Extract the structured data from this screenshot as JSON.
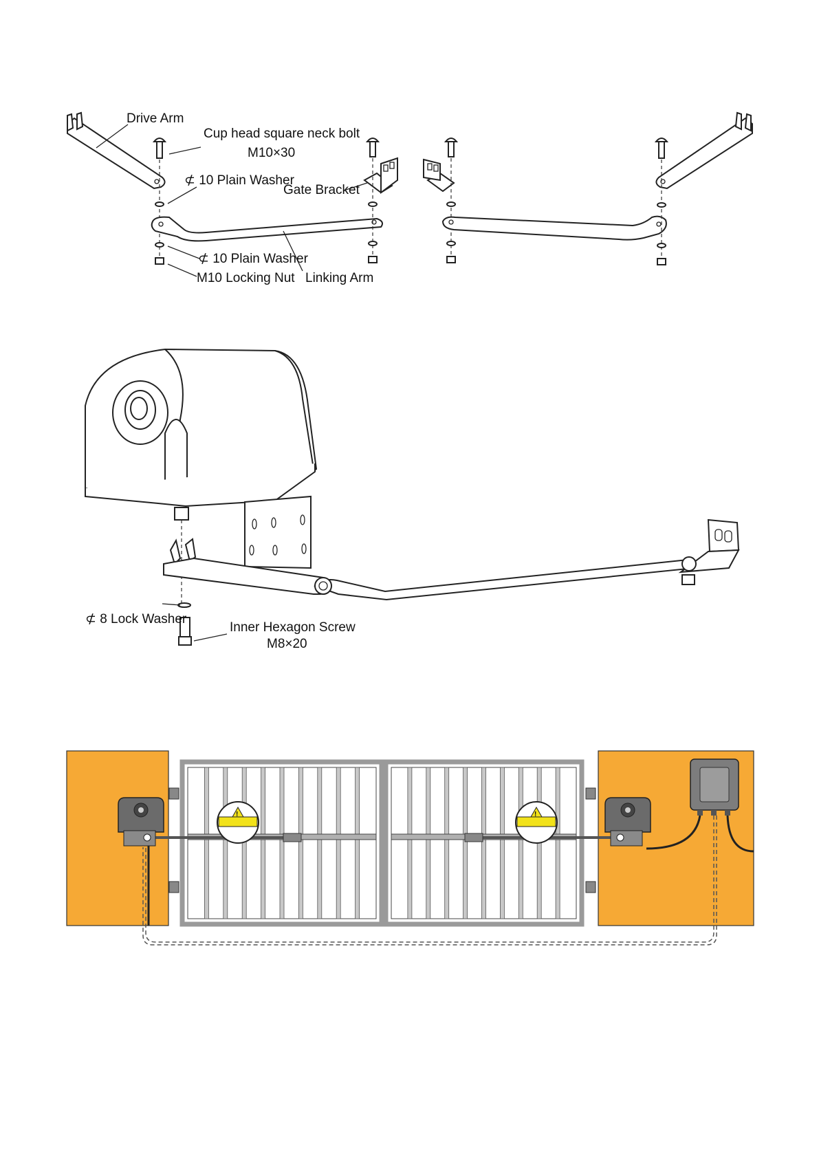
{
  "arms_diagram": {
    "labels": {
      "drive_arm": "Drive Arm",
      "bolt_name": "Cup head square neck bolt",
      "bolt_size": "M10×30",
      "plain_washer_top": "⊄ 10 Plain Washer",
      "gate_bracket": "Gate Bracket",
      "plain_washer_bottom": "⊄ 10 Plain Washer",
      "locking_nut": "M10 Locking Nut",
      "linking_arm": "Linking Arm"
    }
  },
  "motor_diagram": {
    "labels": {
      "lock_washer": "⊄ 8 Lock Washer",
      "screw_name": "Inner Hexagon Screw",
      "screw_size": "M8×20"
    }
  },
  "install_diagram": {
    "colors": {
      "pillar": "#F6A935",
      "gate_frame": "#9a9a9a",
      "motor_body": "#6b6b6b",
      "level_yellow": "#f2e21a",
      "control_box": "#7d7d7d",
      "cable": "#222222"
    },
    "icons": [
      "warning-icon",
      "spirit-level-icon"
    ]
  }
}
